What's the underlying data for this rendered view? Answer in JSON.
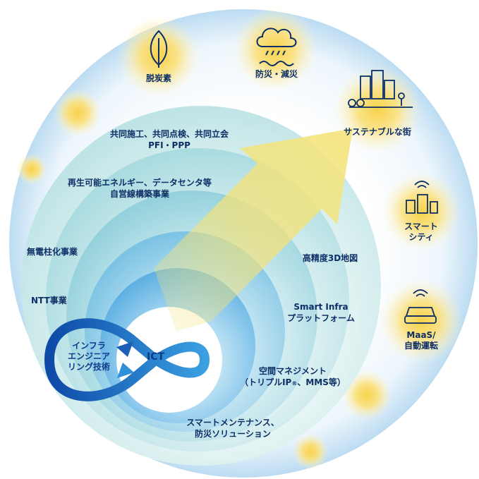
{
  "outer_themes": {
    "decarbonization": "脱炭素",
    "disaster_prevention": "防災・減災",
    "sustainable_city": "サステナブルな街",
    "smart_city_line1": "スマート",
    "smart_city_line2": "シティ",
    "maas_line1": "MaaS/",
    "maas_line2": "自動運転"
  },
  "rings_left": {
    "joint_construction_line1": "共同施工、共同点検、共同立会",
    "joint_construction_line2": "PFI・PPP",
    "renewable_line1": "再生可能エネルギー、データセンタ等",
    "renewable_line2": "自営線構築事業",
    "undergrounding": "無電柱化事業",
    "ntt": "NTT事業"
  },
  "rings_right": {
    "hd_map": "高精度3D地図",
    "smart_infra_line1": "Smart Infra",
    "smart_infra_line2": "プラットフォーム",
    "space_mgmt_line1": "空間マネジメント",
    "space_mgmt_line2_a": "（トリプルIP",
    "space_mgmt_line2_reg": "®",
    "space_mgmt_line2_b": "、MMS等）",
    "maintenance_line1": "スマートメンテナンス、",
    "maintenance_line2": "防災ソリューション"
  },
  "core": {
    "infra_line1": "インフラ",
    "infra_line2": "エンジニア",
    "infra_line3": "リング技術",
    "ict": "ICT"
  },
  "colors": {
    "navy_text": "#0d2f66",
    "loop_blue": "#1d5fb8",
    "arrow_yellow": "#f2e27a",
    "glow_yellow": "#f8d24a"
  }
}
